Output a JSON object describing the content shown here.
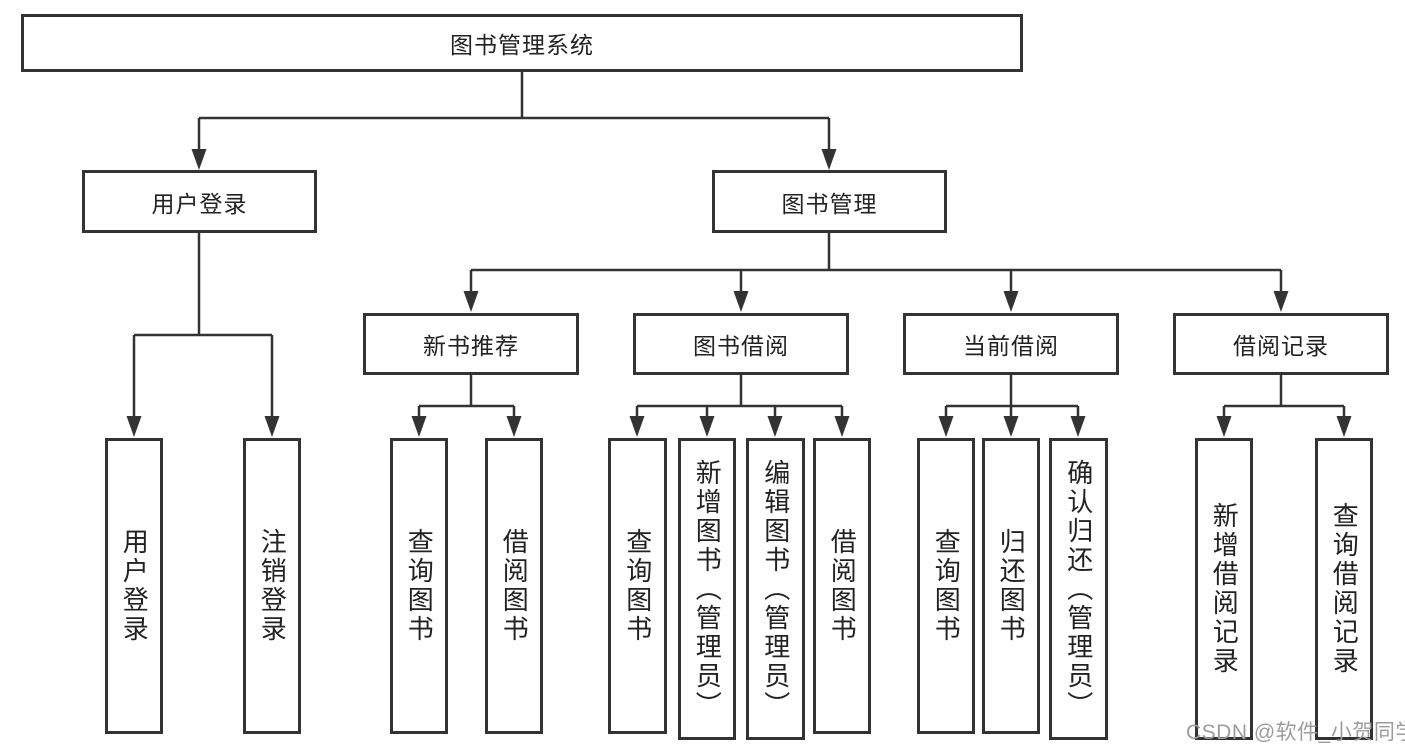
{
  "diagram": {
    "root": "图书管理系统",
    "level2": {
      "user": "用户登录",
      "books": "图书管理"
    },
    "level3": {
      "recommend": "新书推荐",
      "borrow": "图书借阅",
      "current": "当前借阅",
      "records": "借阅记录"
    },
    "leaves": {
      "user": [
        "用户登录",
        "注销登录"
      ],
      "recommend": [
        "查询图书",
        "借阅图书"
      ],
      "borrow": [
        "查询图书",
        "新增图书（管理员）",
        "编辑图书（管理员）",
        "借阅图书"
      ],
      "current": [
        "查询图书",
        "归还图书",
        "确认归还（管理员）"
      ],
      "records": [
        "新增借阅记录",
        "查询借阅记录"
      ]
    }
  },
  "watermark": "CSDN @软件_小贺同学",
  "colors": {
    "line": "#333333",
    "text": "#222222",
    "watermark": "#9d9d9d",
    "background": "#ffffff"
  }
}
